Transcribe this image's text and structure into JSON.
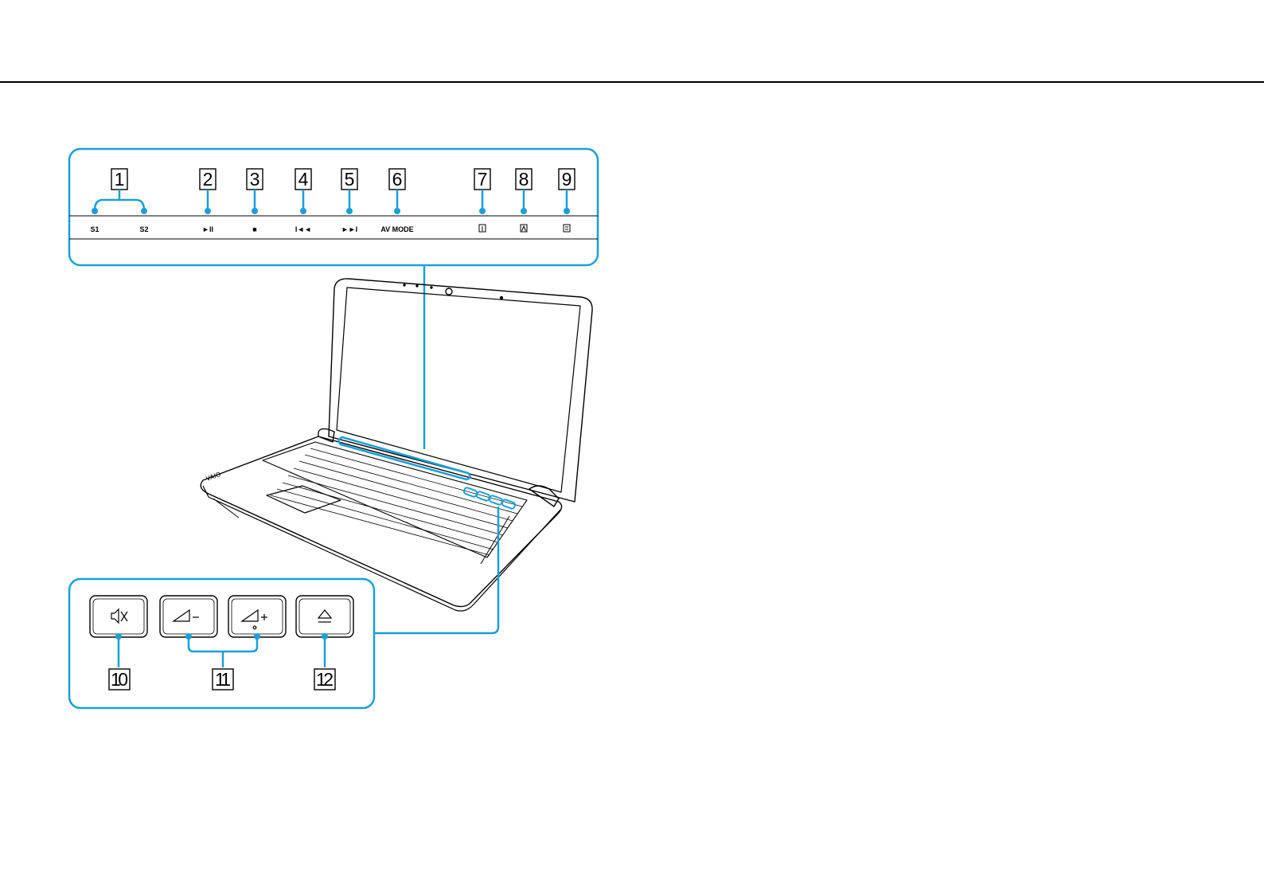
{
  "callouts_top": [
    {
      "number": "1",
      "labels": [
        "S1",
        "S2"
      ]
    },
    {
      "number": "2",
      "label": "►II",
      "icon": "play-pause-icon"
    },
    {
      "number": "3",
      "label": "■",
      "icon": "stop-icon"
    },
    {
      "number": "4",
      "label": "I◄◄",
      "icon": "previous-track-icon"
    },
    {
      "number": "5",
      "label": "►►I",
      "icon": "next-track-icon"
    },
    {
      "number": "6",
      "label": "AV MODE"
    },
    {
      "number": "7",
      "icon": "num-lock-indicator-icon"
    },
    {
      "number": "8",
      "icon": "caps-lock-indicator-icon"
    },
    {
      "number": "9",
      "icon": "scroll-lock-indicator-icon"
    }
  ],
  "callouts_bottom": [
    {
      "number": "10",
      "icon": "mute-icon"
    },
    {
      "number": "11",
      "icons": [
        "volume-down-icon",
        "volume-up-icon"
      ]
    },
    {
      "number": "12",
      "icon": "eject-icon"
    }
  ],
  "colors": {
    "accent": "#1a9fd8",
    "line": "#000000"
  }
}
